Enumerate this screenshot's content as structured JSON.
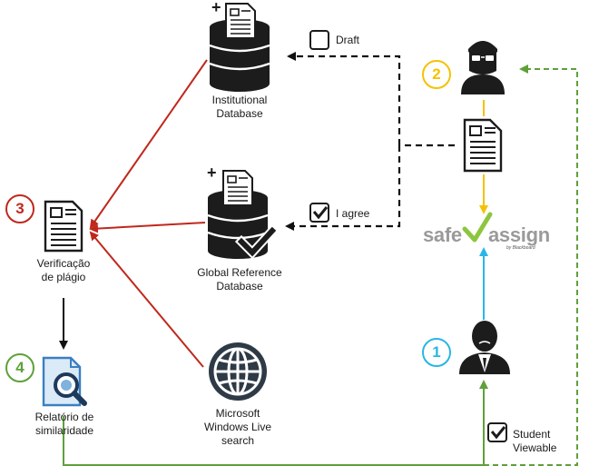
{
  "steps": {
    "one": "1",
    "two": "2",
    "three": "3",
    "four": "4"
  },
  "nodes": {
    "institutional_db": [
      "Institutional",
      "Database"
    ],
    "global_db": [
      "Global Reference",
      "Database"
    ],
    "microsoft": [
      "Microsoft",
      "Windows Live",
      "search"
    ],
    "verification": [
      "Verificação",
      "de plágio"
    ],
    "report": [
      "Relatório de",
      "similaridade"
    ]
  },
  "options": {
    "draft": "Draft",
    "agree": "I agree",
    "student_viewable": [
      "Student",
      "Viewable"
    ]
  },
  "brand": {
    "name_left": "safe",
    "name_right": "assign",
    "byline": "by Blackboard"
  },
  "icons": {
    "plus": "+"
  },
  "colors": {
    "red": "#c0281c",
    "yellow": "#f5c200",
    "blue": "#29b6e6",
    "green": "#5fa03a",
    "black": "#111111",
    "check_green": "#8cc63f"
  }
}
